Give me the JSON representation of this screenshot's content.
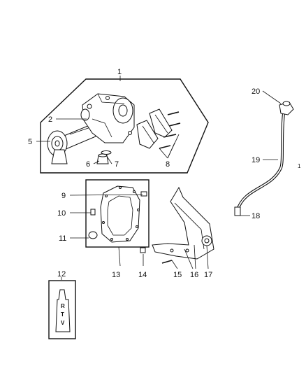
{
  "callouts": {
    "c1": "1",
    "c2": "2",
    "c5": "5",
    "c6": "6",
    "c7": "7",
    "c8": "8",
    "c9": "9",
    "c10": "10",
    "c11": "11",
    "c12": "12",
    "c13": "13",
    "c14": "14",
    "c15": "15",
    "c16": "16",
    "c17": "17",
    "c18": "18",
    "c19": "19",
    "c20": "20"
  },
  "tube_label": [
    "R",
    "T",
    "V"
  ],
  "footnote": "1"
}
